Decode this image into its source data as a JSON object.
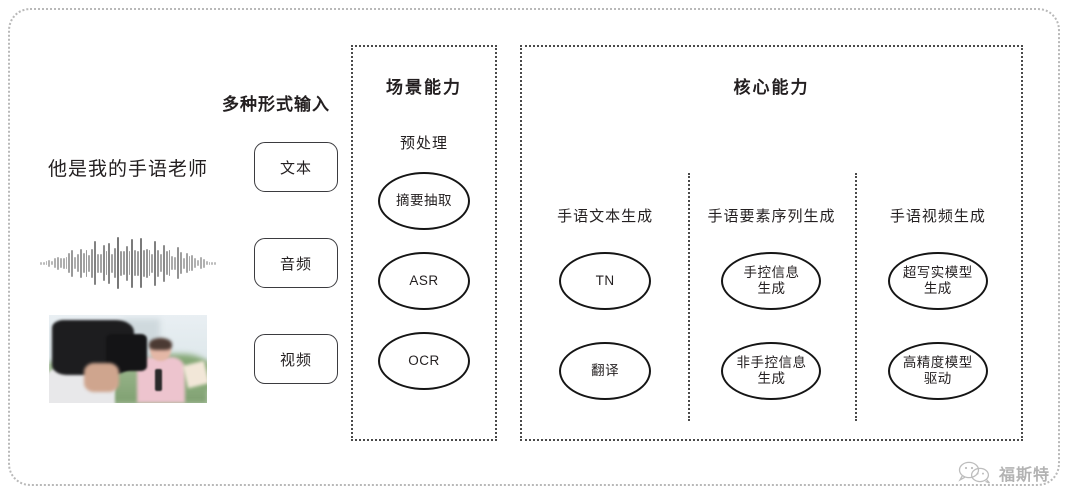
{
  "inputs": {
    "title": "多种形式输入",
    "rows": [
      {
        "media": "text-sample",
        "sample_text": "他是我的手语老师",
        "pill_label": "文本"
      },
      {
        "media": "audio-waveform",
        "sample_text": "",
        "pill_label": "音频"
      },
      {
        "media": "video-thumbnail",
        "sample_text": "",
        "pill_label": "视频"
      }
    ]
  },
  "scenario_panel": {
    "title": "场景能力",
    "group_label": "预处理",
    "nodes": [
      "摘要抽取",
      "ASR",
      "OCR"
    ]
  },
  "core_panel": {
    "title": "核心能力",
    "columns": [
      {
        "label": "手语文本生成",
        "nodes": [
          "TN",
          "翻译"
        ]
      },
      {
        "label": "手语要素序列生成",
        "nodes": [
          "手控信息\n生成",
          "非手控信息\n生成"
        ]
      },
      {
        "label": "手语视频生成",
        "nodes": [
          "超写实模型\n生成",
          "高精度模型\n驱动"
        ]
      }
    ]
  },
  "watermark": {
    "icon": "wechat-bubble-icon",
    "text": "福斯特"
  },
  "colors": {
    "frame_border": "#b9b9b9",
    "panel_border": "#4a4a4a",
    "node_border": "#151515",
    "text": "#231f20"
  }
}
